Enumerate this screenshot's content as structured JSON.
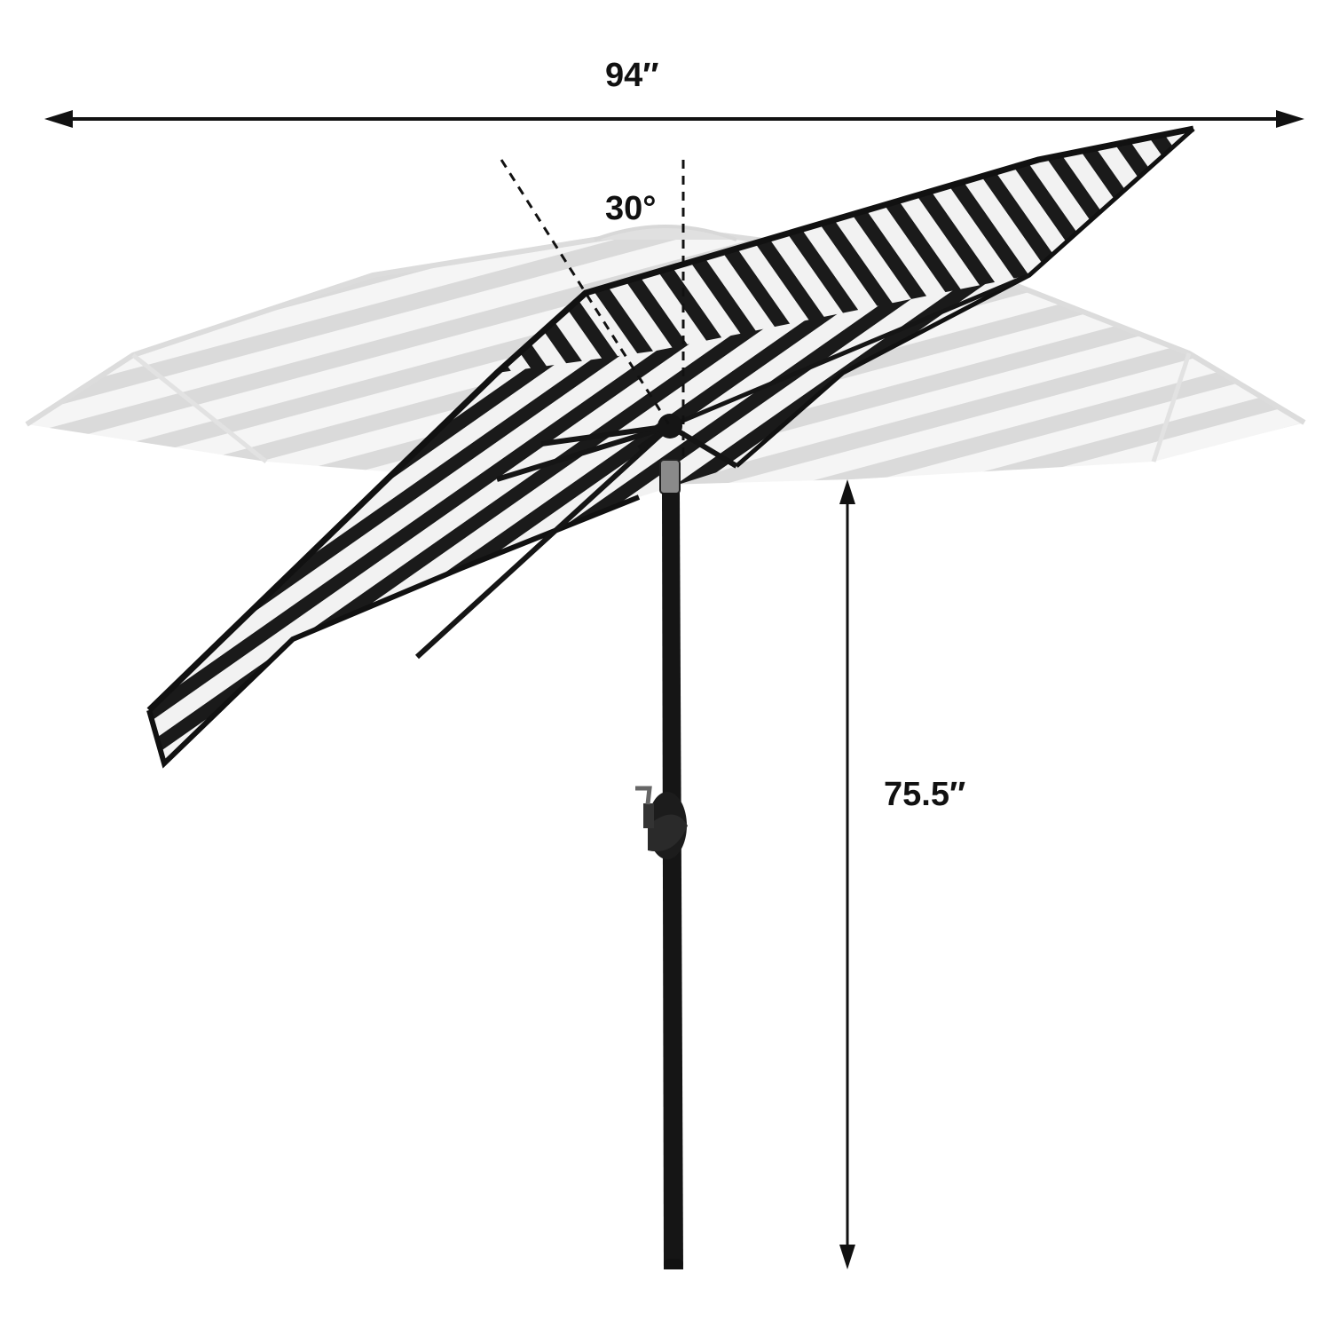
{
  "dimensions": {
    "width_label": "94″",
    "angle_label": "30°",
    "height_label": "75.5″"
  },
  "colors": {
    "line": "#111111",
    "stripe_dark": "#1a1a1a",
    "stripe_light": "#f2f2f2",
    "ghost_dark": "#d6d6d6",
    "ghost_light": "#f4f4f4",
    "pole": "#151515"
  },
  "icons": {
    "umbrella": "tilted-patio-umbrella-illustration",
    "ghost_umbrella": "upright-umbrella-silhouette",
    "crank": "crank-handle-icon"
  }
}
